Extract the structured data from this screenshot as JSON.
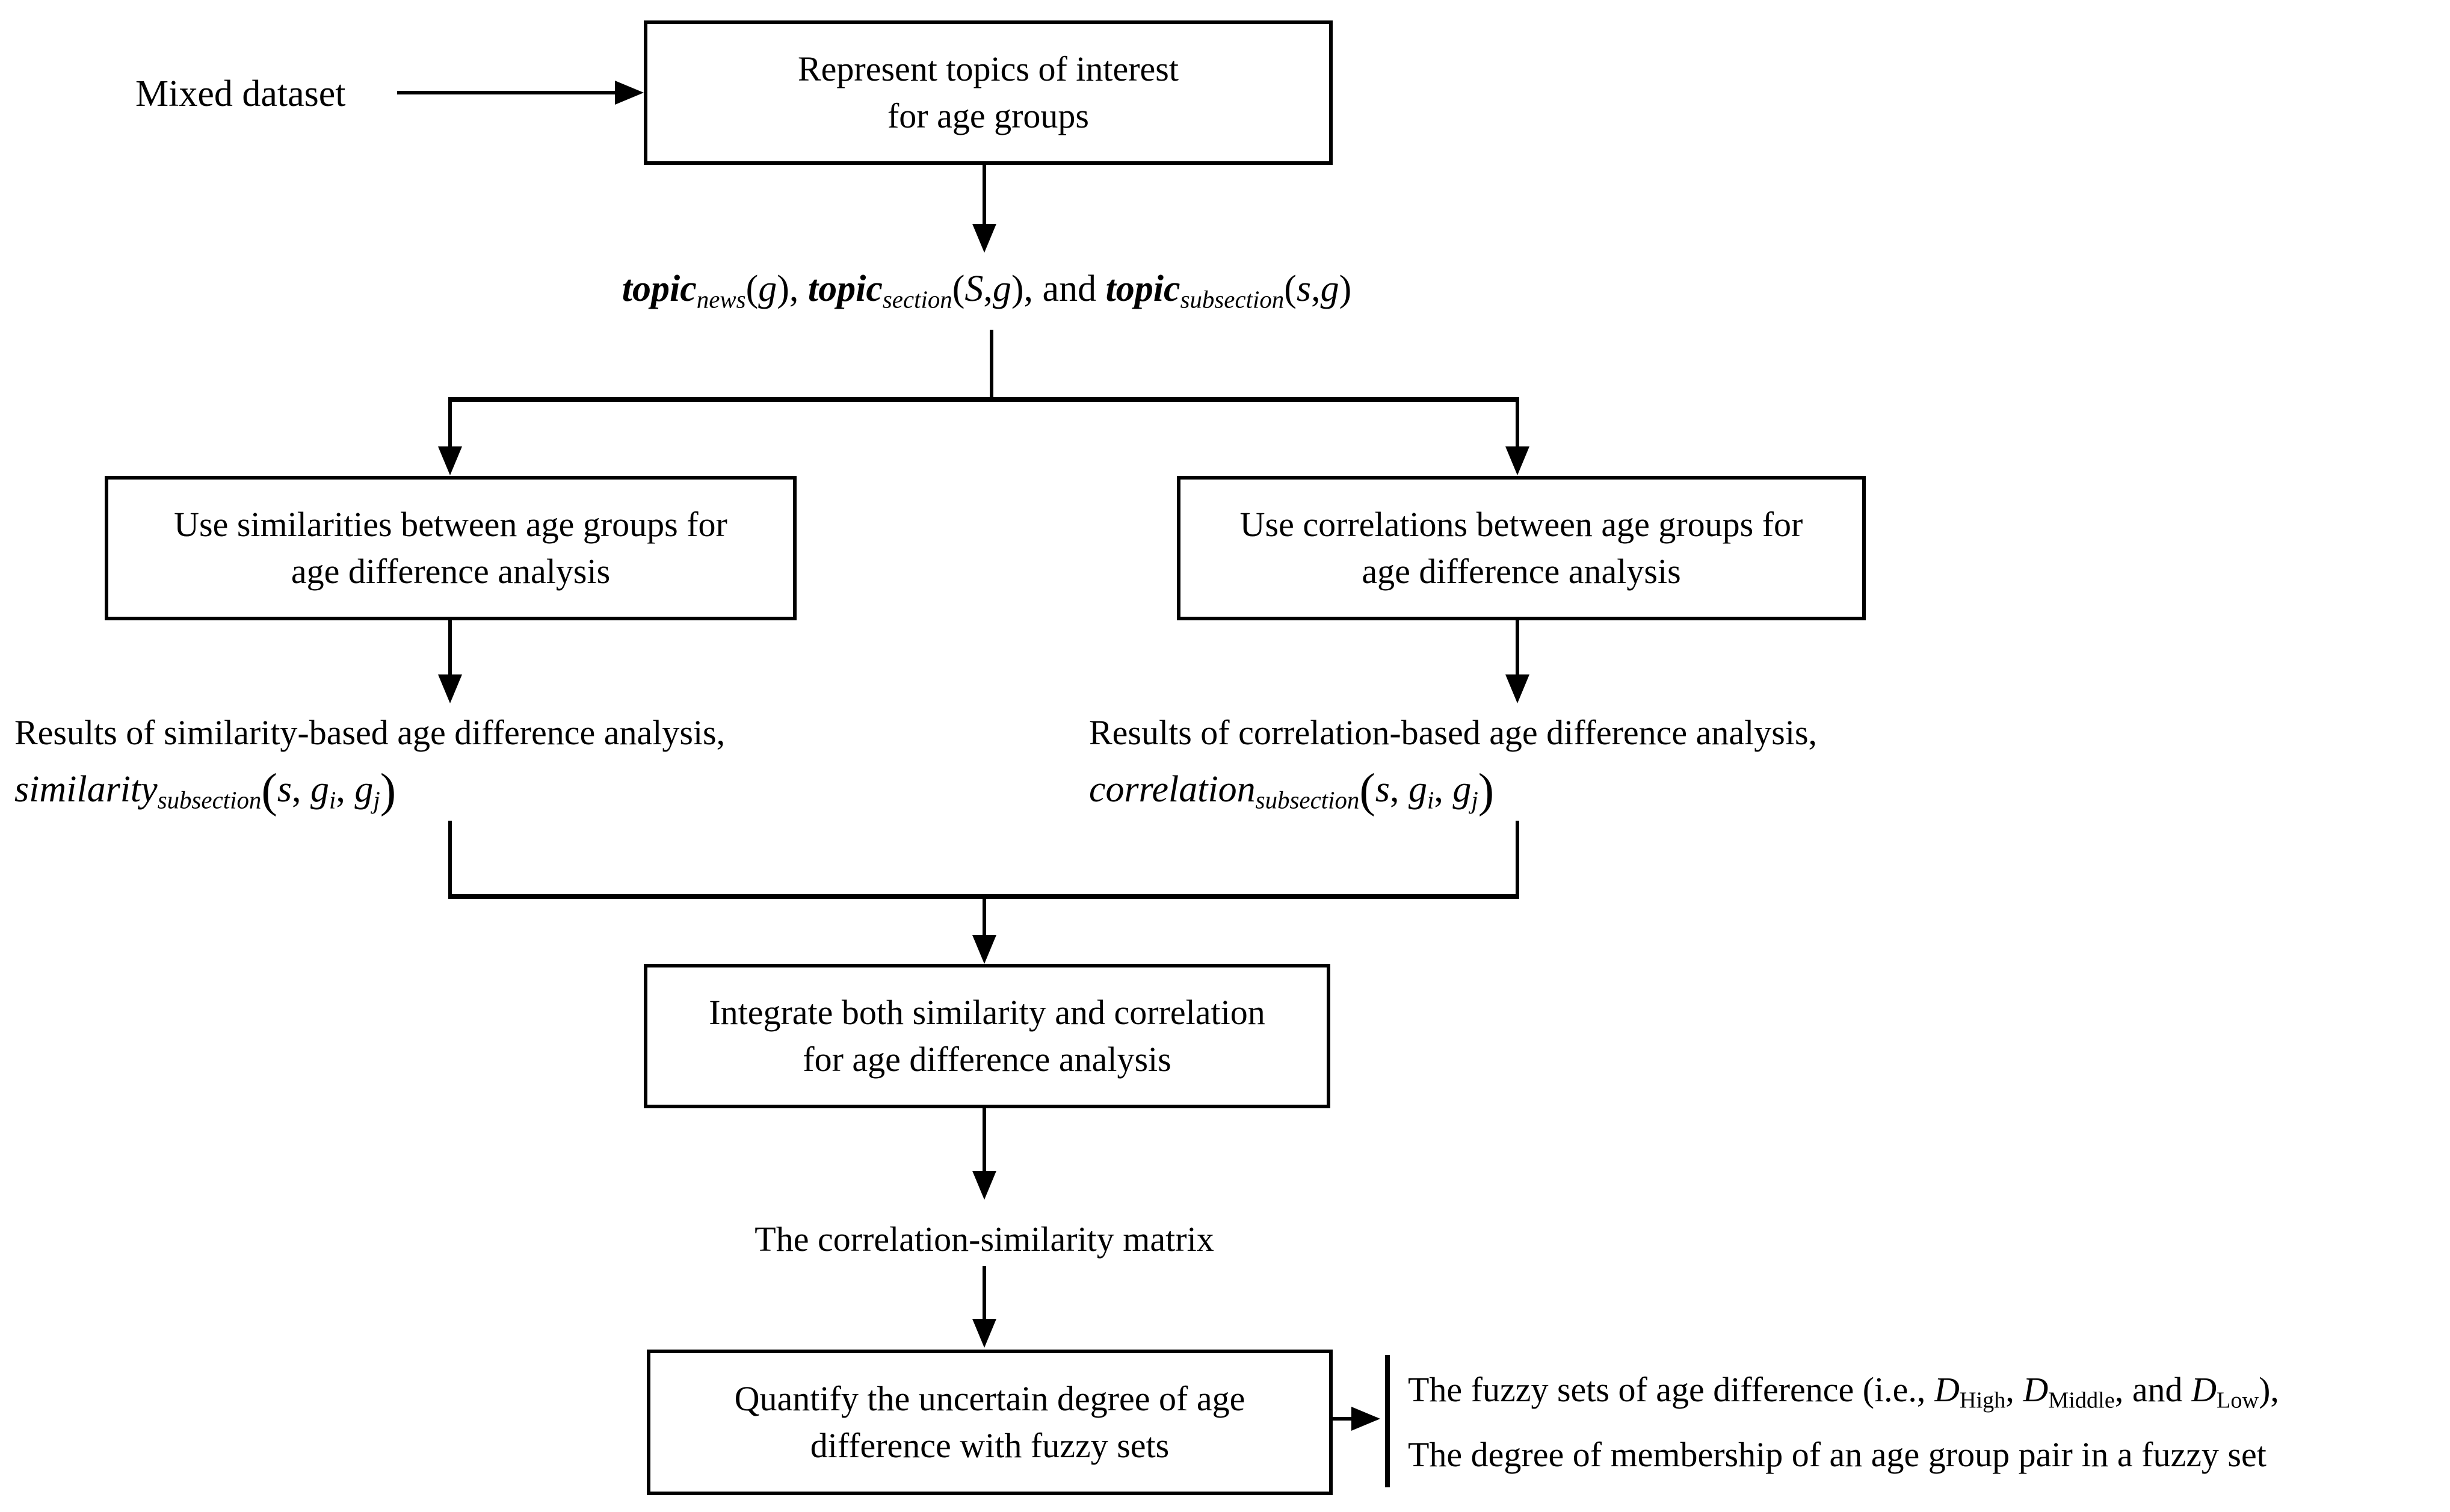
{
  "colors": {
    "ink": "#000000",
    "background": "#ffffff"
  },
  "labels": {
    "mixed_dataset": "Mixed dataset",
    "matrix": "The correlation-similarity matrix",
    "similarity_result": "Results of similarity-based age difference analysis,",
    "correlation_result": "Results of correlation-based age difference analysis,",
    "fuzzy_output_line2": "The degree of membership of an age group pair in a fuzzy set"
  },
  "boxes": {
    "represent": {
      "line1": "Represent topics of interest",
      "line2": "for age groups"
    },
    "similarity": {
      "line1": "Use similarities between age groups for",
      "line2": "age difference analysis"
    },
    "correlation": {
      "line1": "Use correlations between age groups for",
      "line2": "age difference analysis"
    },
    "integrate": {
      "line1": "Integrate both similarity and correlation",
      "line2": "for age difference analysis"
    },
    "quantify": {
      "line1": "Quantify the uncertain degree of age",
      "line2": "difference with fuzzy sets"
    }
  },
  "formulas": {
    "topics": [
      {
        "t": "topic",
        "style": "var-bold"
      },
      {
        "t": "news",
        "style": "sub-italic"
      },
      {
        "t": "(",
        "style": "plain"
      },
      {
        "t": "g",
        "style": "var"
      },
      {
        "t": "), ",
        "style": "plain"
      },
      {
        "t": "topic",
        "style": "var-bold"
      },
      {
        "t": "section",
        "style": "sub-italic"
      },
      {
        "t": "(",
        "style": "plain"
      },
      {
        "t": "S",
        "style": "var"
      },
      {
        "t": ",",
        "style": "plain"
      },
      {
        "t": "g",
        "style": "var"
      },
      {
        "t": "), and ",
        "style": "plain"
      },
      {
        "t": "topic",
        "style": "var-bold"
      },
      {
        "t": "subsection",
        "style": "sub-italic"
      },
      {
        "t": "(",
        "style": "plain"
      },
      {
        "t": "s",
        "style": "var"
      },
      {
        "t": ",",
        "style": "plain"
      },
      {
        "t": "g",
        "style": "var"
      },
      {
        "t": ")",
        "style": "plain"
      }
    ],
    "similarity": [
      {
        "t": "similarity",
        "style": "var"
      },
      {
        "t": "subsection",
        "style": "sub-italic"
      },
      {
        "t": "(",
        "style": "bigparen"
      },
      {
        "t": "s",
        "style": "var"
      },
      {
        "t": ", ",
        "style": "plain"
      },
      {
        "t": "g",
        "style": "var"
      },
      {
        "t": "i",
        "style": "sub-italic"
      },
      {
        "t": ", ",
        "style": "plain"
      },
      {
        "t": "g",
        "style": "var"
      },
      {
        "t": "j",
        "style": "sub-italic"
      },
      {
        "t": ")",
        "style": "bigparen"
      }
    ],
    "correlation": [
      {
        "t": "correlation",
        "style": "var"
      },
      {
        "t": "subsection",
        "style": "sub-italic"
      },
      {
        "t": "(",
        "style": "bigparen"
      },
      {
        "t": "s",
        "style": "var"
      },
      {
        "t": ", ",
        "style": "plain"
      },
      {
        "t": "g",
        "style": "var"
      },
      {
        "t": "i",
        "style": "sub-italic"
      },
      {
        "t": ", ",
        "style": "plain"
      },
      {
        "t": "g",
        "style": "var"
      },
      {
        "t": "j",
        "style": "sub-italic"
      },
      {
        "t": ")",
        "style": "bigparen"
      }
    ],
    "fuzzy_line1": [
      {
        "t": "The fuzzy sets of age difference (i.e., ",
        "style": "plain"
      },
      {
        "t": "D",
        "style": "var"
      },
      {
        "t": "High",
        "style": "sub"
      },
      {
        "t": ", ",
        "style": "plain"
      },
      {
        "t": "D",
        "style": "var"
      },
      {
        "t": "Middle",
        "style": "sub"
      },
      {
        "t": ", and ",
        "style": "plain"
      },
      {
        "t": "D",
        "style": "var"
      },
      {
        "t": "Low",
        "style": "sub"
      },
      {
        "t": "),",
        "style": "plain"
      }
    ]
  }
}
